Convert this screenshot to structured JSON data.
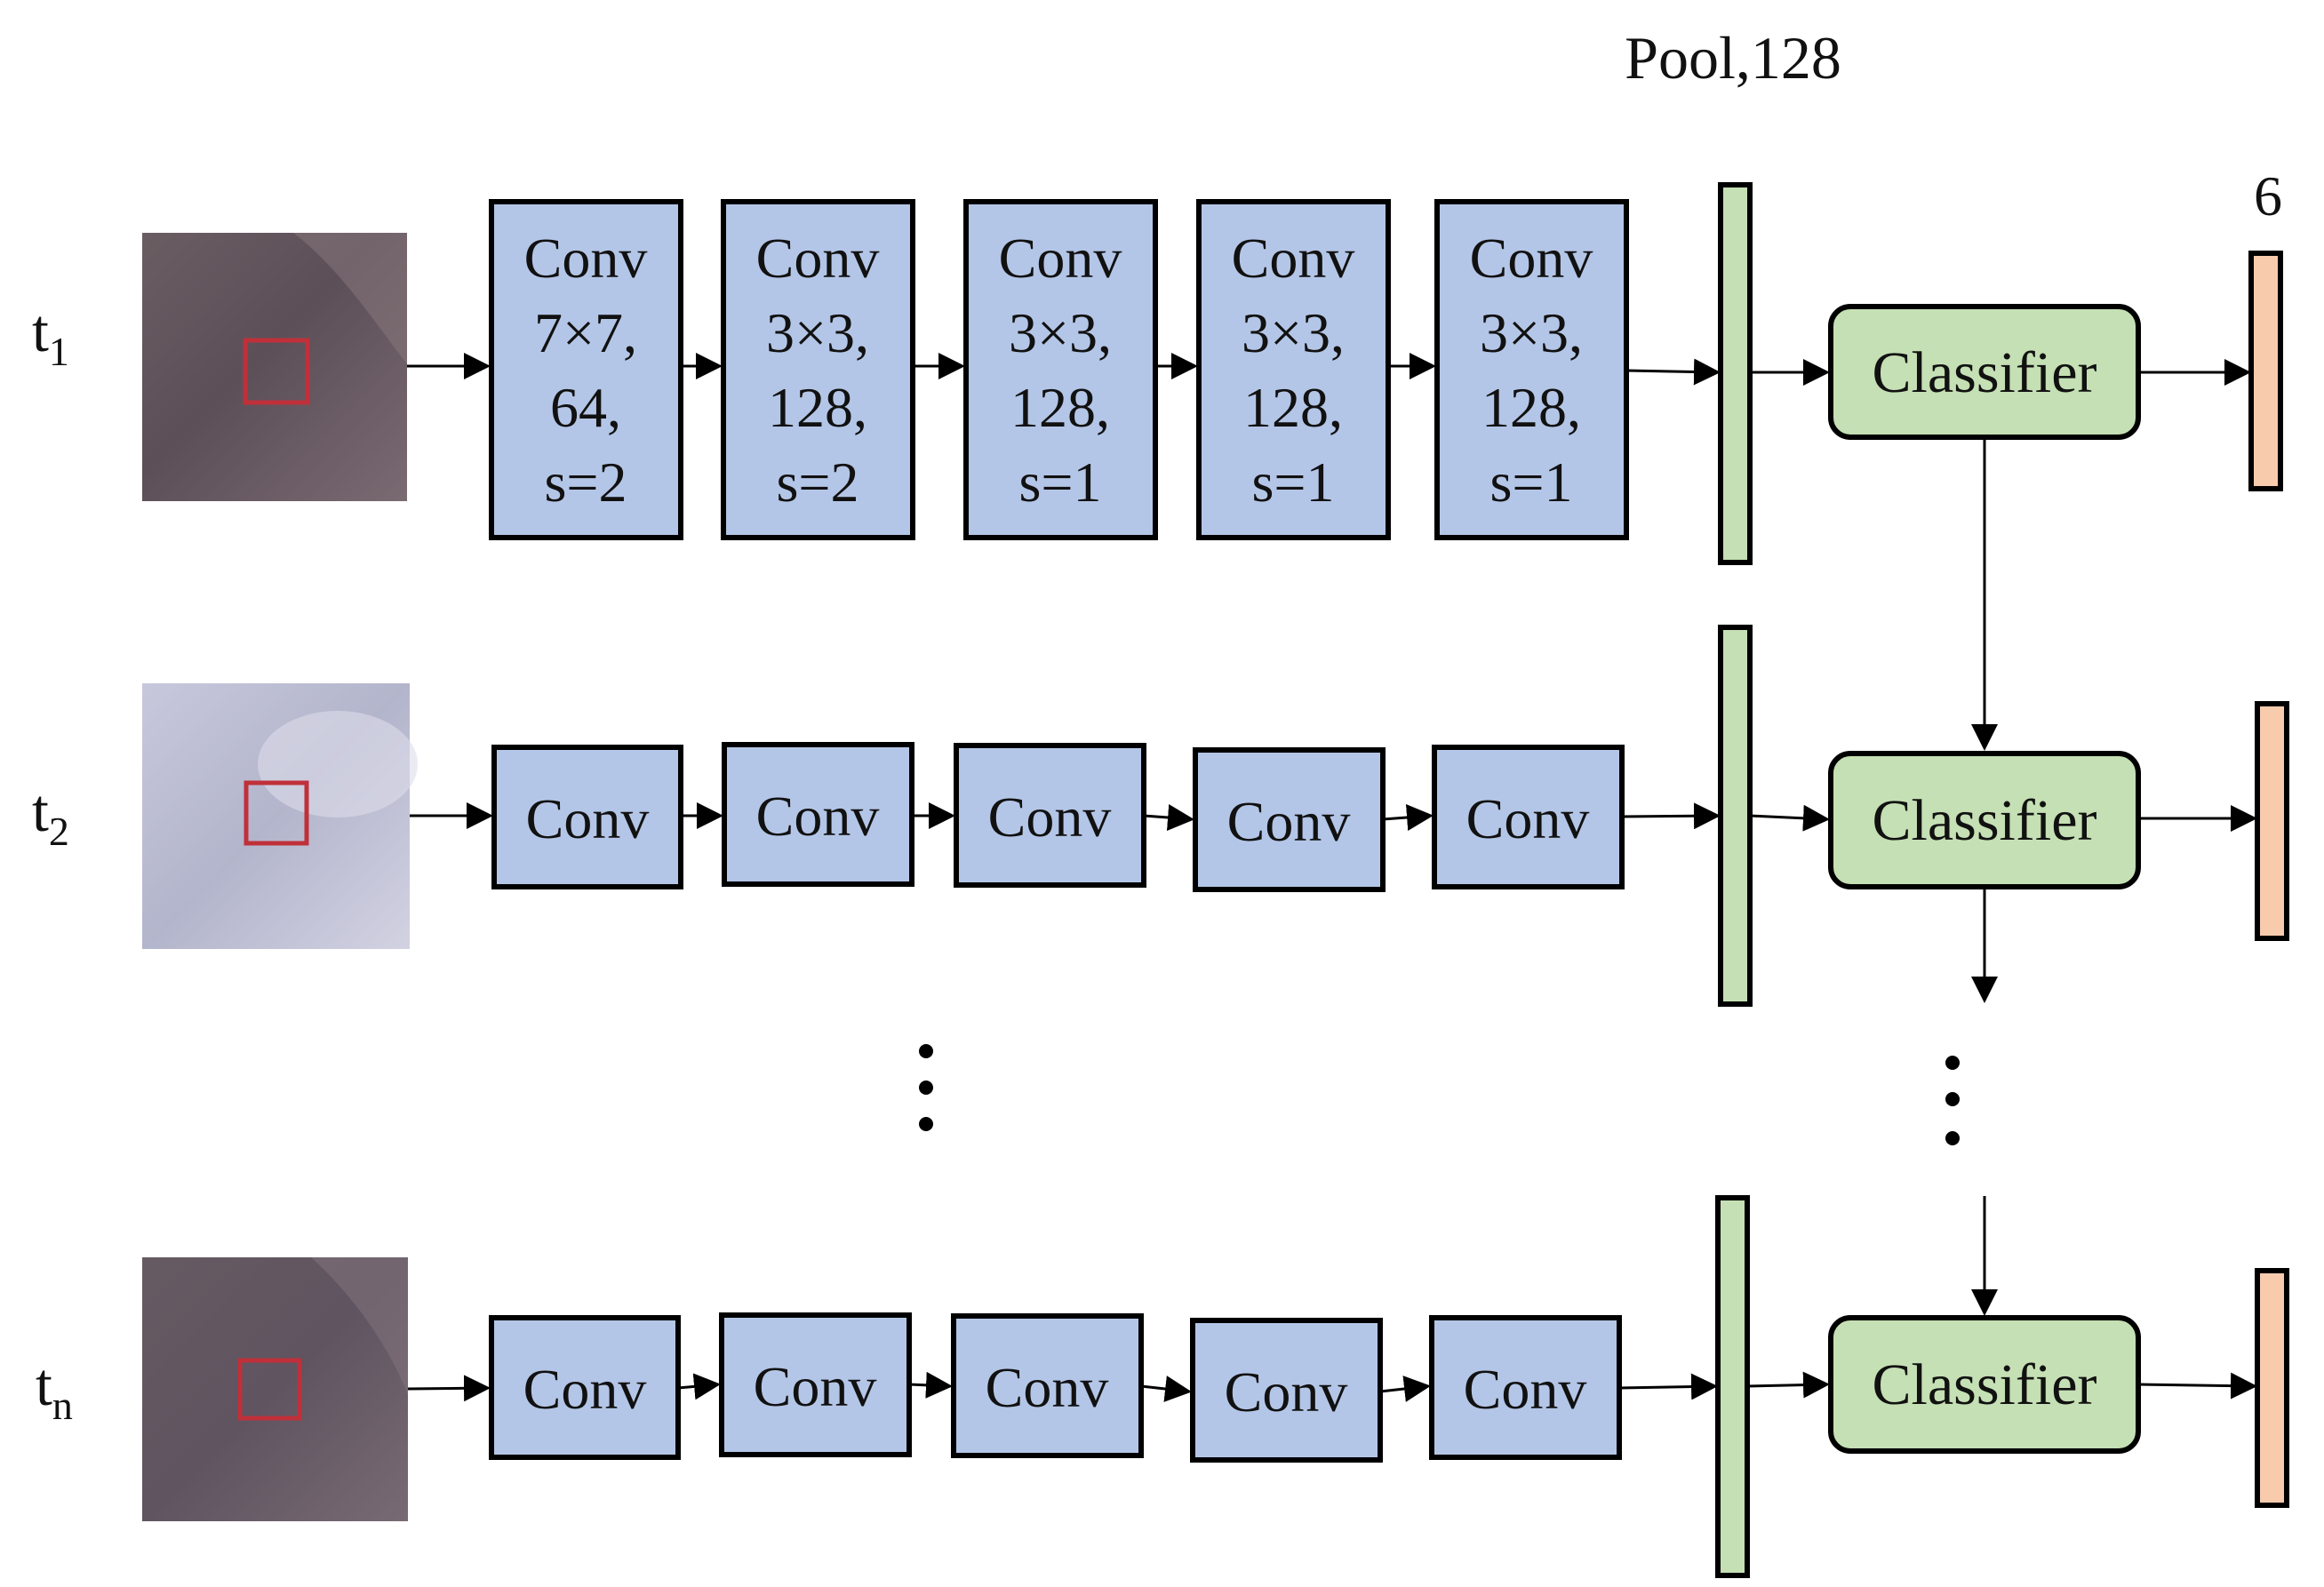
{
  "header_label": "Pool,128",
  "output_size_label": "6",
  "rows": [
    {
      "time_main": "t",
      "time_sub": "1",
      "convs": [
        {
          "lines": [
            "Conv",
            "7×7,",
            "64,",
            "s=2"
          ]
        },
        {
          "lines": [
            "Conv",
            "3×3,",
            "128,",
            "s=2"
          ]
        },
        {
          "lines": [
            "Conv",
            "3×3,",
            "128,",
            "s=1"
          ]
        },
        {
          "lines": [
            "Conv",
            "3×3,",
            "128,",
            "s=1"
          ]
        },
        {
          "lines": [
            "Conv",
            "3×3,",
            "128,",
            "s=1"
          ]
        }
      ],
      "classifier": "Classifier"
    },
    {
      "time_main": "t",
      "time_sub": "2",
      "convs": [
        {
          "lines": [
            "Conv"
          ]
        },
        {
          "lines": [
            "Conv"
          ]
        },
        {
          "lines": [
            "Conv"
          ]
        },
        {
          "lines": [
            "Conv"
          ]
        },
        {
          "lines": [
            "Conv"
          ]
        }
      ],
      "classifier": "Classifier"
    },
    {
      "time_main": "t",
      "time_sub": "n",
      "convs": [
        {
          "lines": [
            "Conv"
          ]
        },
        {
          "lines": [
            "Conv"
          ]
        },
        {
          "lines": [
            "Conv"
          ]
        },
        {
          "lines": [
            "Conv"
          ]
        },
        {
          "lines": [
            "Conv"
          ]
        }
      ],
      "classifier": "Classifier"
    }
  ],
  "colors": {
    "conv_fill": "#b4c6e7",
    "pool_fill": "#c5e0b4",
    "classifier_fill": "#c5e0b4",
    "output_fill": "#f8cbad",
    "stroke": "#000000",
    "patch_marker": "#c0303a"
  }
}
